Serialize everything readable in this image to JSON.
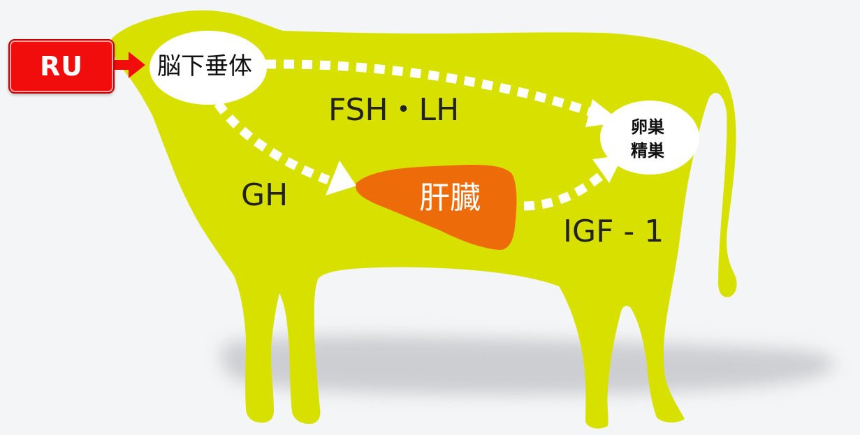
{
  "source_box": {
    "label": "RU",
    "color": "#f20d0d"
  },
  "organs": {
    "pituitary": "脳下垂体",
    "liver": "肝臓",
    "gonads": [
      "卵巣",
      "精巣"
    ]
  },
  "hormones": {
    "fsh_lh": "FSH・LH",
    "gh": "GH",
    "igf1": "IGF - 1"
  },
  "colors": {
    "body": "#d8e000",
    "liver": "#ee6b0a",
    "arrow": "#ffffff",
    "background": "#f4f5f7"
  }
}
